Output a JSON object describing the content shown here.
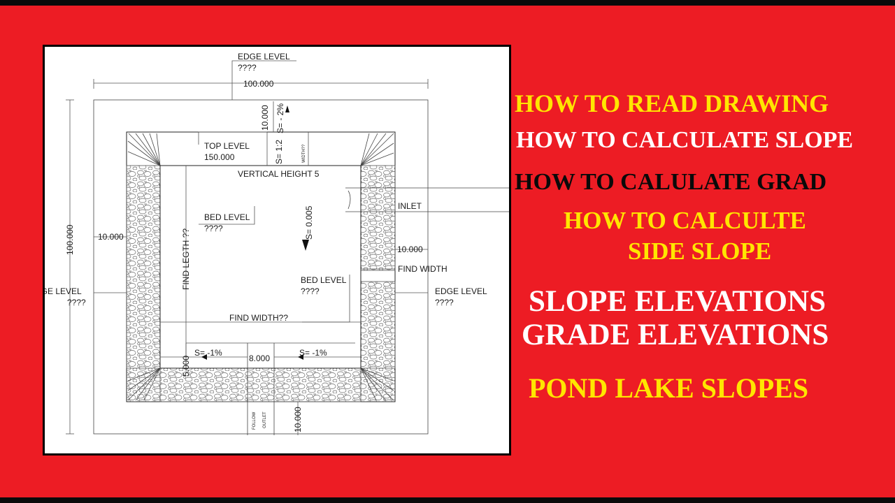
{
  "headlines": {
    "h1": "HOW TO READ DRAWING",
    "h2": "HOW TO CALCULATE SLOPE",
    "h3": "HOW TO CALULATE GRAD",
    "h4a": "HOW TO CALCULTE",
    "h4b": "SIDE SLOPE",
    "h5": "SLOPE ELEVATIONS",
    "h6": "GRADE ELEVATIONS",
    "h7": "POND LAKE SLOPES"
  },
  "drawing": {
    "edge_level_top": "EDGE LEVEL",
    "edge_level_top_value": "????",
    "width_dim": "100.000",
    "height_dim": "100.000",
    "top_offset": "10.000",
    "top_slope": "S= - 2%",
    "side_slope": "S= 1:2",
    "width_q": "WIDTH??",
    "top_level": "TOP LEVEL",
    "top_level_value": "150.000",
    "vertical_height": "VERTICAL HEIGHT 5",
    "inlet": "INLET",
    "left_offset": "10.000",
    "right_offset": "10.000",
    "find_width_right": "FIND WIDTH",
    "bed_level_1": "BED LEVEL",
    "bed_level_1_value": "????",
    "bed_slope": "S= 0.005",
    "find_length": "FIND LEGTH ??",
    "bed_level_2": "BED LEVEL",
    "bed_level_2_value": "????",
    "edge_level_left": "EDGE LEVEL",
    "edge_level_left_value": "????",
    "edge_level_right": "EDGE LEVEL",
    "edge_level_right_value": "????",
    "find_width_bottom": "FIND WIDTH??",
    "bottom_dim_5": "5.000",
    "slope_left": "S= -1%",
    "channel_width": "8.000",
    "slope_right": "S= -1%",
    "bottom_offset": "10.000",
    "follow": "FOLLOW",
    "outlet": "OUTLET"
  },
  "colors": {
    "background": "#ed1c24",
    "yellow": "#ffe600",
    "white": "#ffffff",
    "black": "#0a0a0a"
  }
}
